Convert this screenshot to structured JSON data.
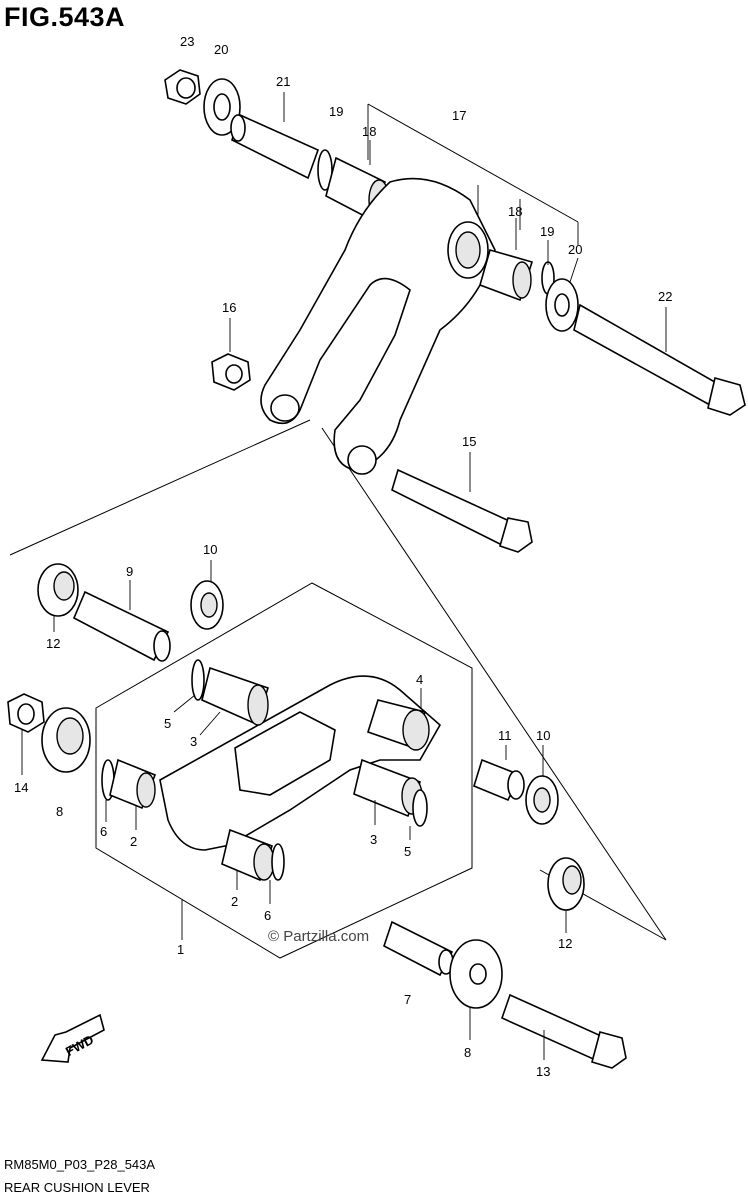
{
  "figure": {
    "title": "FIG.543A",
    "code": "RM85M0_P03_P28_543A",
    "name": "REAR CUSHION LEVER",
    "watermark": "© Partzilla.com"
  },
  "callouts": [
    "23",
    "20",
    "21",
    "19",
    "18",
    "17",
    "18",
    "19",
    "20",
    "22",
    "16",
    "15",
    "10",
    "9",
    "12",
    "14",
    "8",
    "5",
    "3",
    "4",
    "6",
    "2",
    "11",
    "10",
    "3",
    "5",
    "2",
    "6",
    "1",
    "12",
    "7",
    "8",
    "13"
  ],
  "fwd_label": "FWD"
}
